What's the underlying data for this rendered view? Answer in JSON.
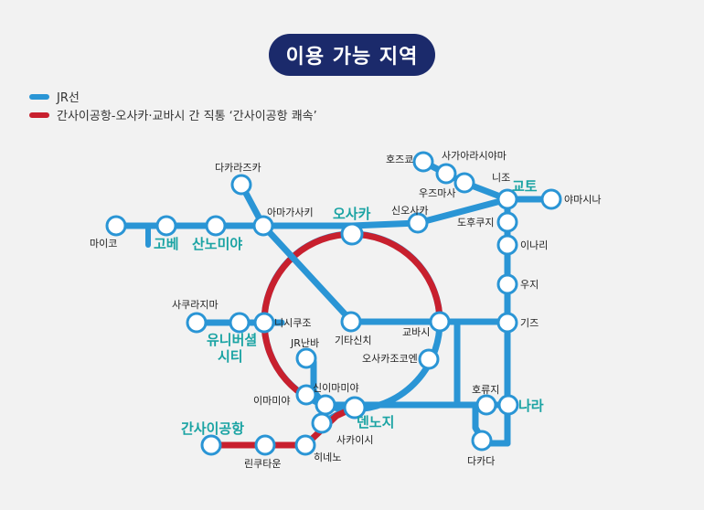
{
  "title": "이용 가능 지역",
  "legend": {
    "jr": {
      "label": "JR선",
      "color": "#2a95d5"
    },
    "rapid": {
      "label": "간사이공항-오사카·교바시 간 직통 ‘간사이공항 쾌속’",
      "color": "#c8202e"
    }
  },
  "stations": {
    "maiko": "마이코",
    "kobe": "고베",
    "sannomiya": "산노미야",
    "takarazuka": "다카라즈카",
    "amagasaki": "아마가사키",
    "osaka": "오사카",
    "shin_osaka": "신오사카",
    "hozukyo": "호즈쿄",
    "saga_arashiyama": "사가아라시야마",
    "uzumasa": "우즈마사",
    "nijo": "니조",
    "kyoto": "교토",
    "yamashina": "야마시나",
    "tofukuji": "도후쿠지",
    "inari": "이나리",
    "uji": "우지",
    "kizu": "기즈",
    "sakurajima": "사쿠라지마",
    "usj": "유니버셜\n시티",
    "nishikujo": "니시쿠조",
    "kitashinchi": "기타신치",
    "kyobashi": "교바시",
    "osakajokoen": "오사카조코엔",
    "jr_namba": "JR난바",
    "shin_imamiya": "신이마미야",
    "imamiya": "이마미야",
    "tennoji": "덴노지",
    "horyuji": "호류지",
    "nara": "나라",
    "takada": "다카다",
    "kansai_airport": "간사이공항",
    "rinku_town": "린쿠타운",
    "hineno": "히네노",
    "sakai_shi": "사카이시"
  }
}
